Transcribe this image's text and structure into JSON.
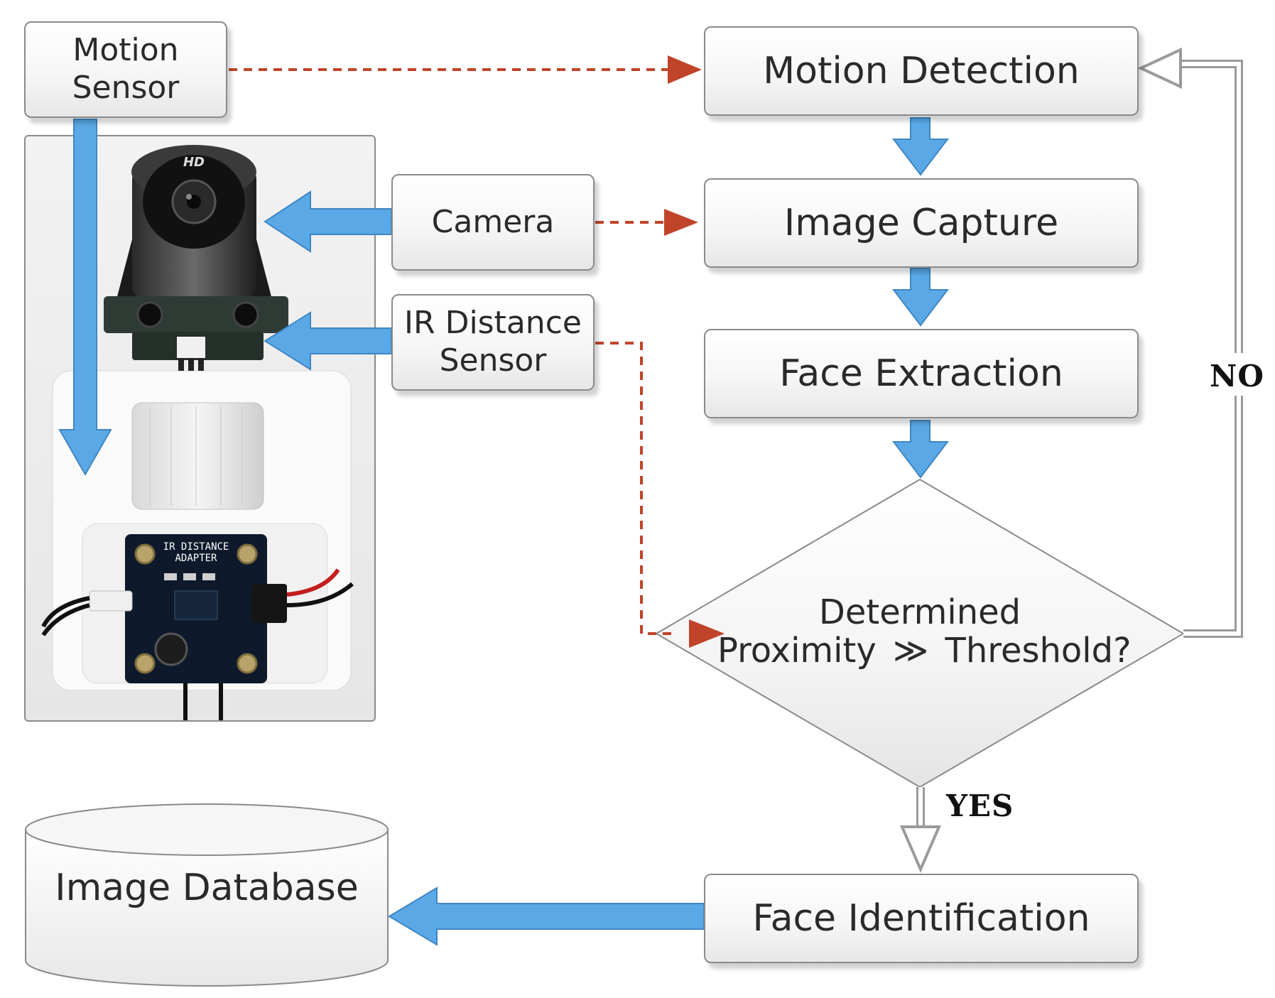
{
  "sensors": {
    "motion_sensor": [
      "Motion",
      "Sensor"
    ],
    "camera": "Camera",
    "ir_distance_sensor": [
      "IR Distance",
      "Sensor"
    ]
  },
  "flow": {
    "motion_detection": "Motion Detection",
    "image_capture": "Image Capture",
    "face_extraction": "Face Extraction",
    "decision": {
      "line1": "Determined",
      "line2_left": "Proximity",
      "operator": "≫",
      "line2_right": "Threshold?"
    },
    "face_identification": "Face Identification"
  },
  "branches": {
    "no": "NO",
    "yes": "YES"
  },
  "database": {
    "label": "Image Database"
  },
  "photo": {
    "camera_badge": "HD",
    "adapter_label_1": "IR DISTANCE",
    "adapter_label_2": "ADAPTER"
  },
  "colors": {
    "flow_arrow": "#5aa9e6",
    "dashed_arrow": "#c0442a",
    "box_border": "#8a8a8a",
    "loop_arrow": "#9a9a9a"
  }
}
